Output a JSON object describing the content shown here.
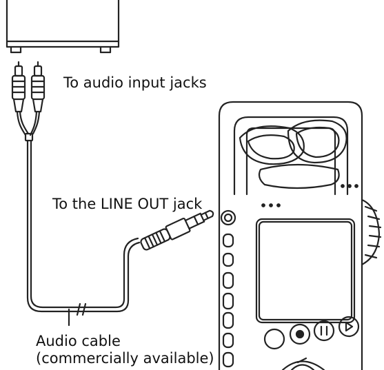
{
  "labels": {
    "audio_input": "To audio input jacks",
    "line_out": "To the LINE OUT jack",
    "cable_line1": "Audio cable",
    "cable_line2": "(commercially available)"
  }
}
